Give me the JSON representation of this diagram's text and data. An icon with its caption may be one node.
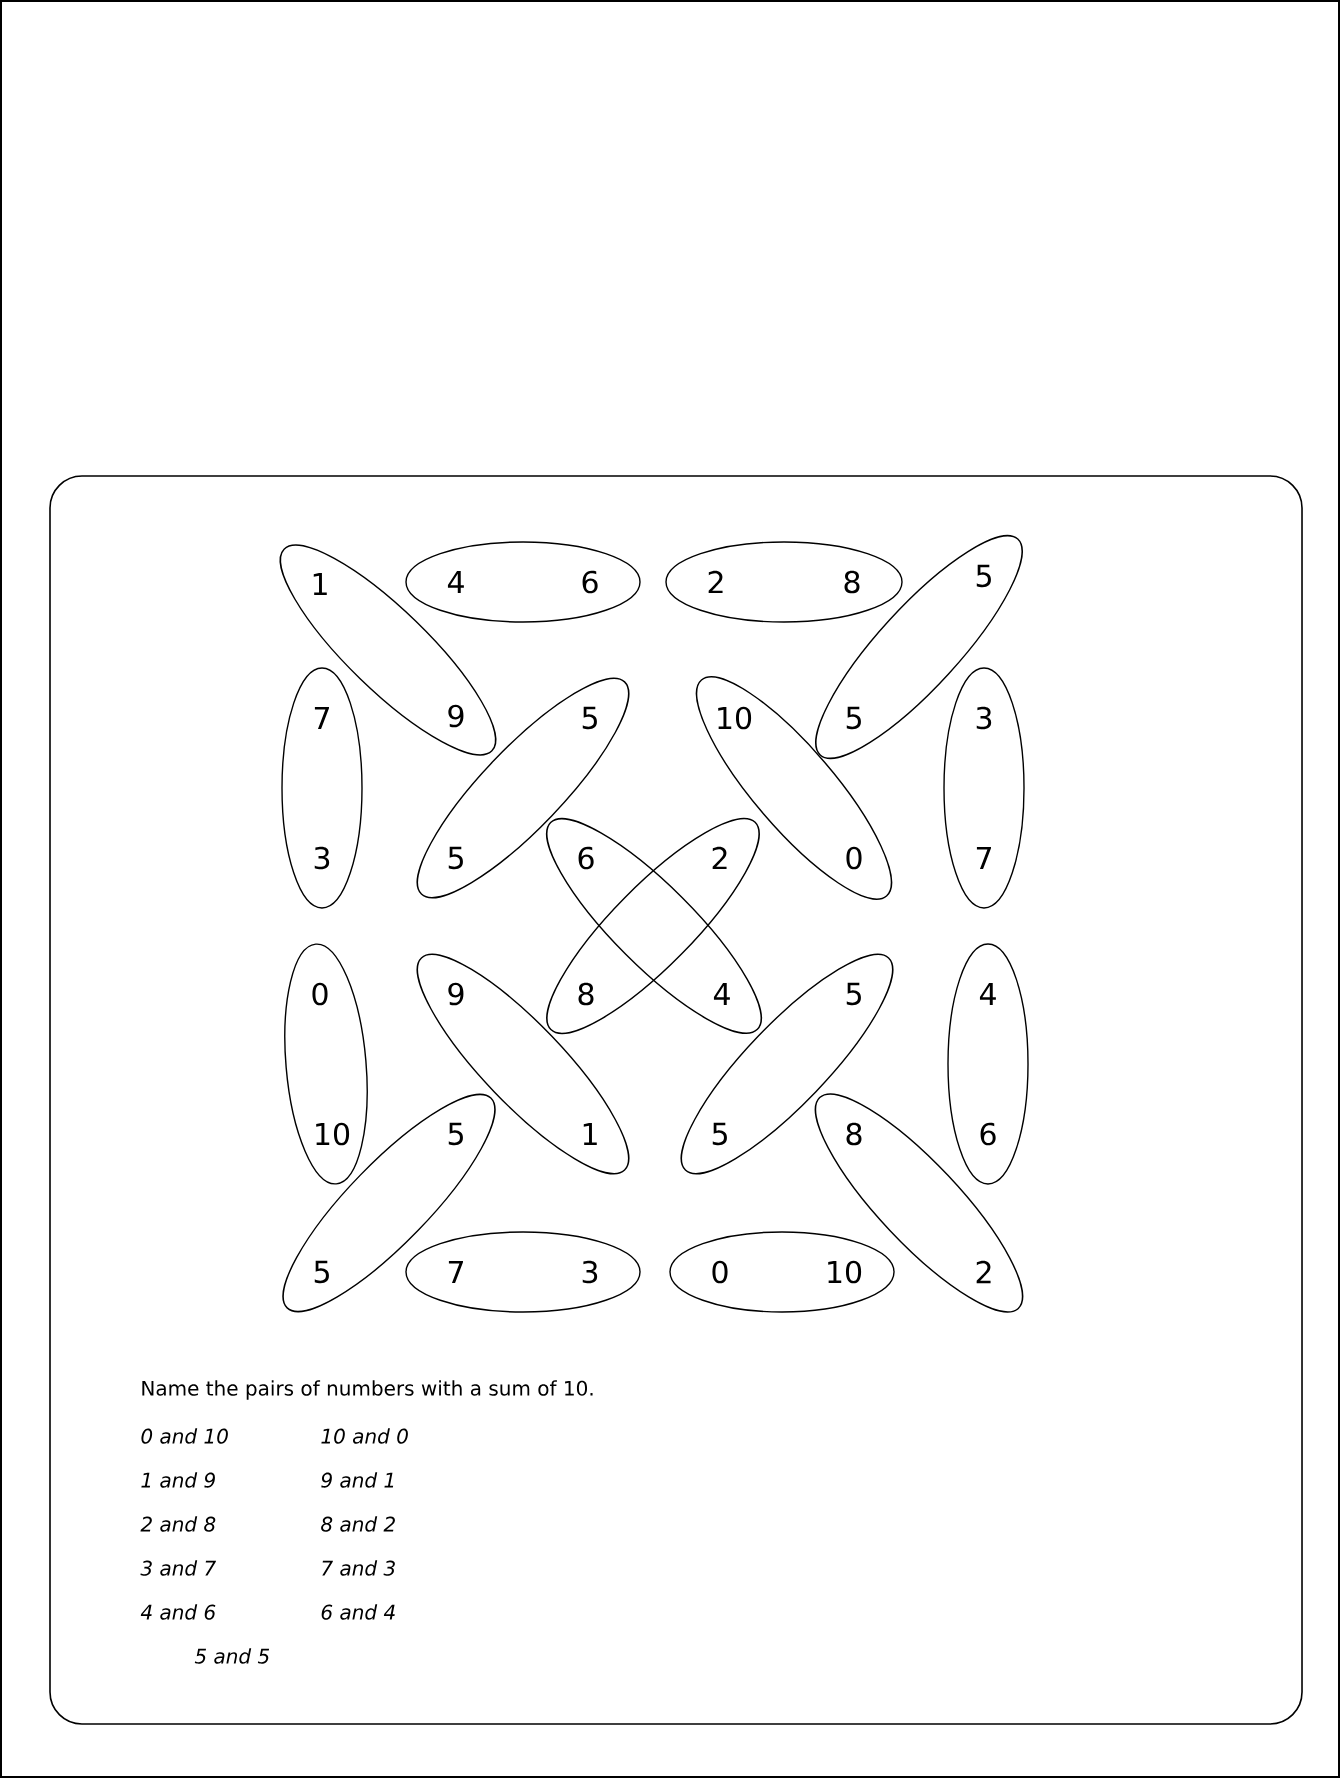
{
  "diagram": {
    "nodes": [
      {
        "text": [
          "1",
          "9"
        ]
      },
      {
        "text": [
          "4",
          "6"
        ]
      },
      {
        "text": [
          "2",
          "8"
        ]
      },
      {
        "text": [
          "5",
          "5"
        ]
      },
      {
        "text": [
          "7",
          "3"
        ]
      },
      {
        "text": [
          "5",
          "5"
        ]
      },
      {
        "text": [
          "10",
          "0"
        ]
      },
      {
        "text": [
          "3",
          "7"
        ]
      },
      {
        "text": [
          "6",
          "4"
        ]
      },
      {
        "text": [
          "2",
          "8"
        ]
      },
      {
        "text": [
          "0",
          "10"
        ]
      },
      {
        "text": [
          "9",
          "1"
        ]
      },
      {
        "text": [
          "5",
          "5"
        ]
      },
      {
        "text": [
          "4",
          "6"
        ]
      },
      {
        "text": [
          "5",
          "5"
        ]
      },
      {
        "text": [
          "7",
          "3"
        ]
      },
      {
        "text": [
          "0",
          "10"
        ]
      },
      {
        "text": [
          "8",
          "2"
        ]
      }
    ],
    "labels": [
      "Name the pairs of numbers with a sum of 10.",
      "0 and 10",
      "10 and 0",
      "1 and 9",
      "9 and 1",
      "2 and 8",
      "8 and 2",
      "3 and 7",
      "7 and 3",
      "4 and 6",
      "6 and 4",
      "5 and 5"
    ]
  }
}
